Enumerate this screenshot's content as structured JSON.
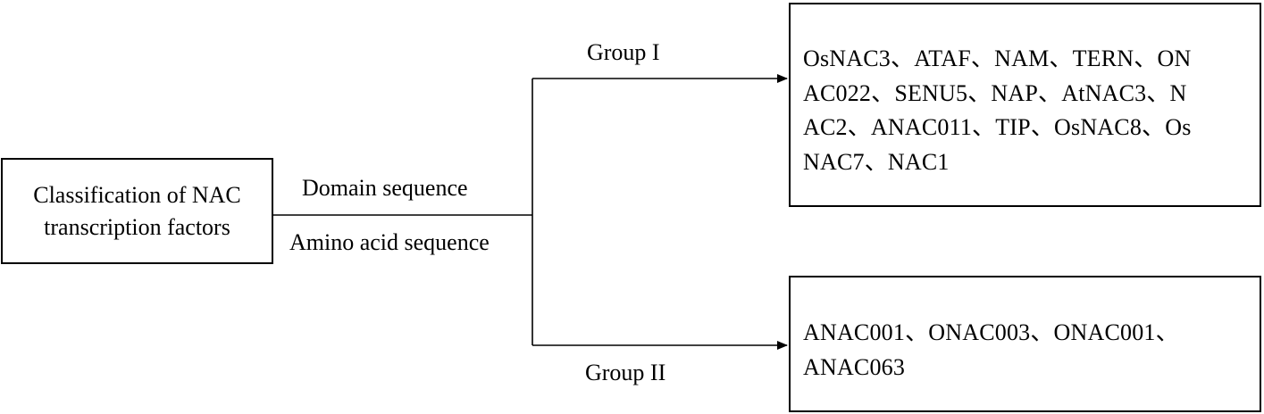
{
  "colors": {
    "stroke": "#000000",
    "background": "#ffffff"
  },
  "root": {
    "label": "Classification of NAC transcription factors"
  },
  "branch_labels": {
    "above_line": "Domain sequence",
    "below_line": "Amino acid sequence"
  },
  "groups": [
    {
      "name": "Group I",
      "members_text": "OsNAC3、ATAF、NAM、TERN、ON\nAC022、SENU5、NAP、AtNAC3、N\nAC2、ANAC011、TIP、OsNAC8、Os\nNAC7、NAC1"
    },
    {
      "name": "Group II",
      "members_text": "ANAC001、ONAC003、ONAC001、\nANAC063"
    }
  ]
}
